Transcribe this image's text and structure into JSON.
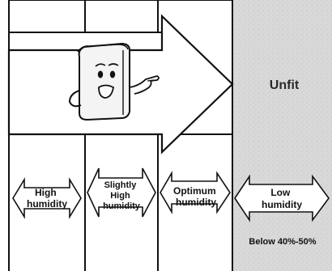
{
  "colors": {
    "background": "#ffffff",
    "line": "#111111",
    "unfit_zone": "#d6d6d6"
  },
  "diagram": {
    "zone_label": "Unfit",
    "character_icon": "smiling-humidifier-character-icon",
    "bands": [
      {
        "lines": [
          "High",
          "humidity"
        ]
      },
      {
        "lines": [
          "Slightly",
          "High",
          "humidity"
        ]
      },
      {
        "lines": [
          "Optimum",
          "humidity"
        ]
      },
      {
        "lines": [
          "Low",
          "humidity"
        ]
      }
    ],
    "low_humidity_note": "Below 40%-50%"
  }
}
